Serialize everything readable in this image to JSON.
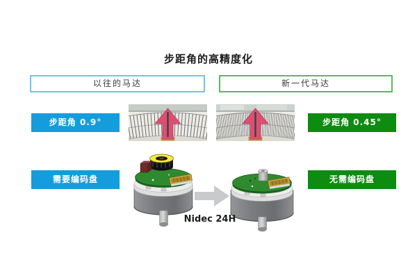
{
  "title": "步距角的高精度化",
  "comparison": {
    "left": {
      "header": "以往的马达",
      "step_label": "步距角 0.9°",
      "encoder_label": "需要编码盘",
      "step_angle_deg": 0.9,
      "accent_color": "#149ddd",
      "border_color": "#66c7f1"
    },
    "right": {
      "header": "新一代马达",
      "step_label": "步距角 0.45°",
      "encoder_label": "无需编码盘",
      "step_angle_deg": 0.45,
      "accent_color": "#0e8c12",
      "border_color": "#5eb75e"
    }
  },
  "caption": "Nidec 24H",
  "icons": {
    "dial_pointer": "up-arrow",
    "between_motors": "right-arrow"
  }
}
